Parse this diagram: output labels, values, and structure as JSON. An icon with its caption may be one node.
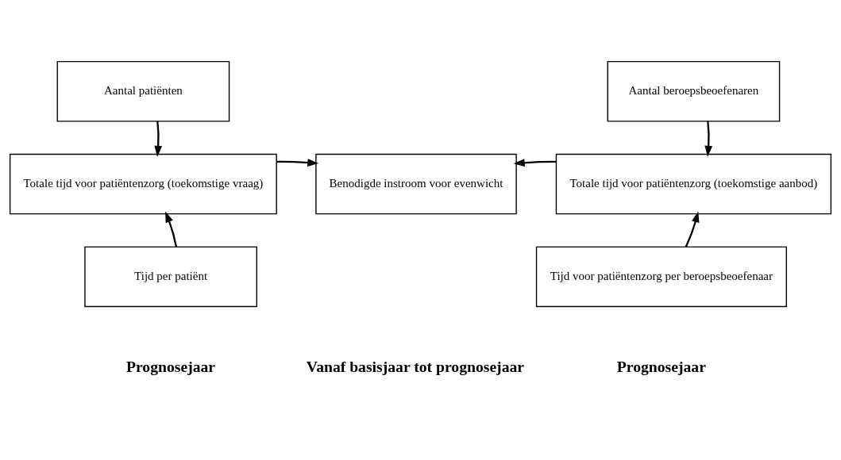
{
  "diagram": {
    "nodes": [
      {
        "text": [
          "Aantal patiënten"
        ]
      },
      {
        "text": [
          "Totale tijd voor patiëntenzorg (toekomstige vraag)"
        ]
      },
      {
        "text": [
          "Tijd per patiënt"
        ]
      },
      {
        "text": [
          "Benodigde instroom voor evenwicht"
        ]
      },
      {
        "text": [
          "Aantal beroepsbeoefenaren"
        ]
      },
      {
        "text": [
          "Totale tijd voor patiëntenzorg (toekomstige aanbod)"
        ]
      },
      {
        "text": [
          "Tijd voor patiëntenzorg per beroepsbeoefenaar"
        ]
      }
    ],
    "edges": [
      {
        "from": 0,
        "to": 1,
        "arrow": "to"
      },
      {
        "from": 2,
        "to": 1,
        "arrow": "to"
      },
      {
        "from": 1,
        "to": 3,
        "arrow": "to"
      },
      {
        "from": 4,
        "to": 5,
        "arrow": "to"
      },
      {
        "from": 6,
        "to": 5,
        "arrow": "to"
      },
      {
        "from": 5,
        "to": 3,
        "arrow": "to"
      }
    ],
    "labels": [
      "Prognosejaar",
      "Vanaf basisjaar tot prognosejaar",
      "Prognosejaar"
    ]
  }
}
